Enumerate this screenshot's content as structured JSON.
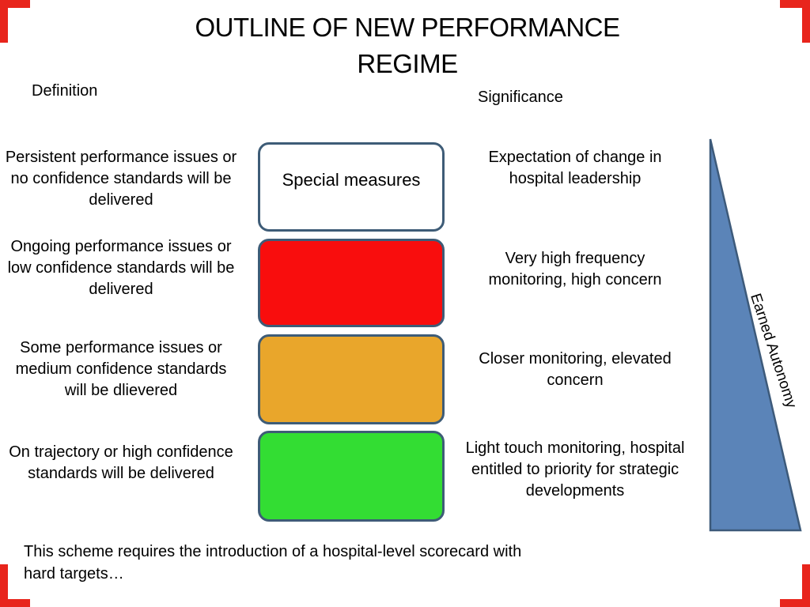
{
  "slide": {
    "title_line1": "OUTLINE OF NEW PERFORMANCE",
    "title_line2": "REGIME",
    "column_headers": {
      "left": "Definition",
      "right": "Significance"
    },
    "rows": [
      {
        "definition": "Persistent performance issues or no confidence standards will be delivered",
        "box_label": "Special measures",
        "box_color": "#ffffff",
        "significance": "Expectation of change in hospital leadership"
      },
      {
        "definition": "Ongoing performance issues or low confidence standards will be delivered",
        "box_label": "",
        "box_color": "#f90d0d",
        "significance": "Very high frequency monitoring, high concern"
      },
      {
        "definition": "Some performance issues or medium confidence standards  will be dlievered",
        "box_label": "",
        "box_color": "#e9a62b",
        "significance": "Closer monitoring, elevated concern"
      },
      {
        "definition": "On trajectory or high confidence standards  will  be delivered",
        "box_label": "",
        "box_color": "#33dd33",
        "significance": "Light touch monitoring, hospital entitled to priority for strategic developments"
      }
    ],
    "triangle_label": "Earned Autonomy",
    "footer": "This scheme requires the introduction of a hospital-level scorecard with hard targets…",
    "colors": {
      "background": "#ffffff",
      "text": "#000000",
      "corner-red": "#e8251c",
      "box-border": "#3e5c77",
      "triangle-fill": "#5b84b8",
      "triangle-stroke": "#3d5a7a"
    }
  }
}
